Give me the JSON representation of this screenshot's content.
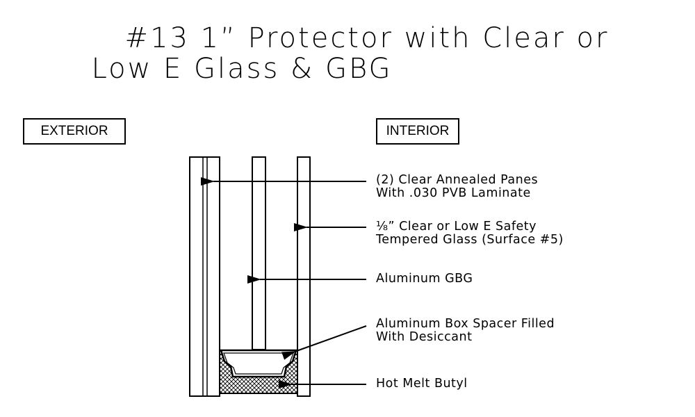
{
  "title": {
    "line1": "#13  1” Protector with Clear or",
    "line2": "Low E Glass & GBG"
  },
  "sides": {
    "exterior": "EXTERIOR",
    "interior": "INTERIOR"
  },
  "callouts": [
    {
      "line1": "(2) Clear Annealed Panes",
      "line2": "With .030 PVB Laminate"
    },
    {
      "line1": "⅛” Clear or Low E Safety",
      "line2": "Tempered Glass (Surface #5)"
    },
    {
      "line1": "Aluminum GBG"
    },
    {
      "line1": "Aluminum Box Spacer Filled",
      "line2": "With Desiccant"
    },
    {
      "line1": "Hot Melt Butyl"
    }
  ]
}
